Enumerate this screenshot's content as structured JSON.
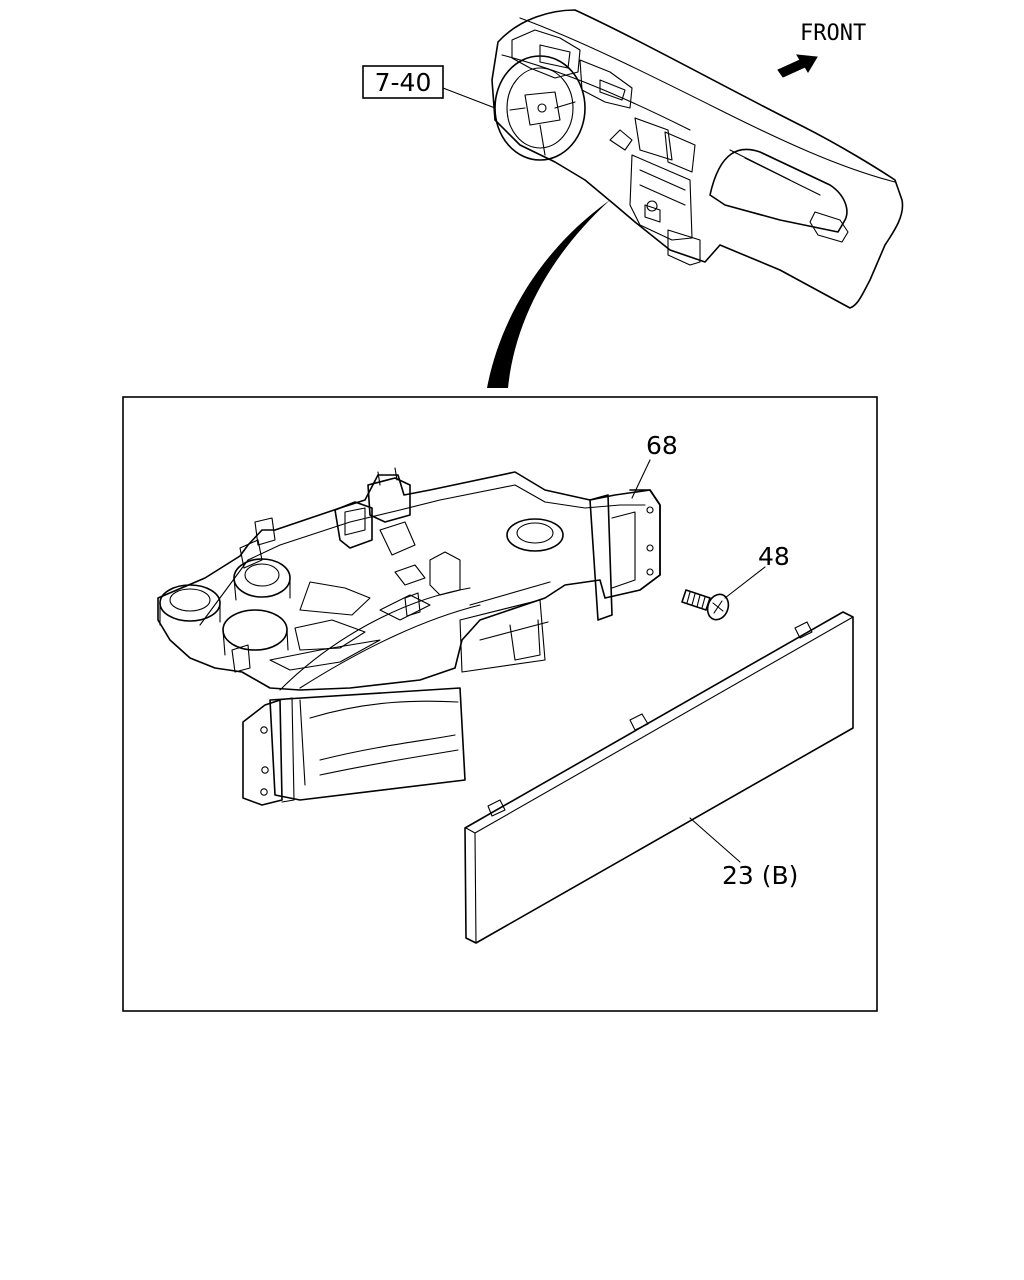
{
  "orientation": {
    "label": "FRONT",
    "icon": "arrow-icon"
  },
  "reference": {
    "label": "7-40"
  },
  "callouts": [
    {
      "id": "bracket",
      "label": "68"
    },
    {
      "id": "screw",
      "label": "48"
    },
    {
      "id": "cover-panel",
      "label": "23 (B)"
    }
  ]
}
